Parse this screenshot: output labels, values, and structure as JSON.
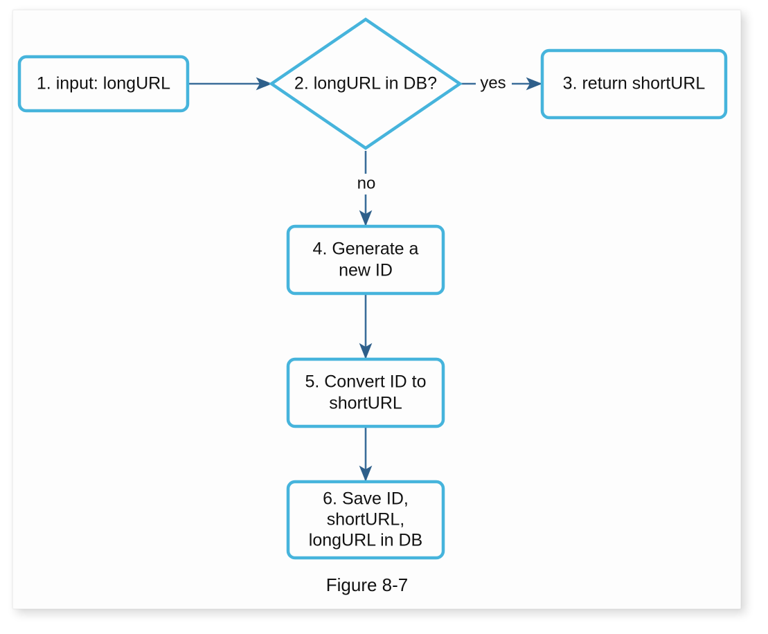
{
  "figure": {
    "caption": "Figure 8-7",
    "colors": {
      "node_border": "#46b4dc",
      "node_fill": "#fdfdfd",
      "connector": "#3a6d99",
      "text": "#111111",
      "card_background": "#fdfdfd",
      "page_background": "#ffffff"
    }
  },
  "chart_data": {
    "type": "diagram",
    "title": "Figure 8-7",
    "nodes": [
      {
        "id": "n1",
        "shape": "rounded-rect",
        "label": "1. input: longURL",
        "lines": [
          "1. input: longURL"
        ]
      },
      {
        "id": "n2",
        "shape": "diamond",
        "label": "2. longURL in DB?",
        "lines": [
          "2. longURL in DB?"
        ]
      },
      {
        "id": "n3",
        "shape": "rounded-rect",
        "label": "3. return shortURL",
        "lines": [
          "3. return shortURL"
        ]
      },
      {
        "id": "n4",
        "shape": "rounded-rect",
        "label": "4. Generate a new ID",
        "lines": [
          "4. Generate a",
          "new ID"
        ]
      },
      {
        "id": "n5",
        "shape": "rounded-rect",
        "label": "5. Convert ID to shortURL",
        "lines": [
          "5. Convert ID to",
          "shortURL"
        ]
      },
      {
        "id": "n6",
        "shape": "rounded-rect",
        "label": "6. Save ID, shortURL, longURL in DB",
        "lines": [
          "6. Save ID,",
          "shortURL,",
          "longURL in DB"
        ]
      }
    ],
    "edges": [
      {
        "from": "n1",
        "to": "n2",
        "label": ""
      },
      {
        "from": "n2",
        "to": "n3",
        "label": "yes"
      },
      {
        "from": "n2",
        "to": "n4",
        "label": "no"
      },
      {
        "from": "n4",
        "to": "n5",
        "label": ""
      },
      {
        "from": "n5",
        "to": "n6",
        "label": ""
      }
    ]
  },
  "nodes": {
    "n1": {
      "line1": "1. input: longURL"
    },
    "n2": {
      "line1": "2. longURL in DB?"
    },
    "n3": {
      "line1": "3. return shortURL"
    },
    "n4": {
      "line1": "4. Generate a",
      "line2": "new ID"
    },
    "n5": {
      "line1": "5. Convert ID to",
      "line2": "shortURL"
    },
    "n6": {
      "line1": "6. Save ID,",
      "line2": "shortURL,",
      "line3": "longURL in DB"
    }
  },
  "edge_labels": {
    "yes": "yes",
    "no": "no"
  }
}
